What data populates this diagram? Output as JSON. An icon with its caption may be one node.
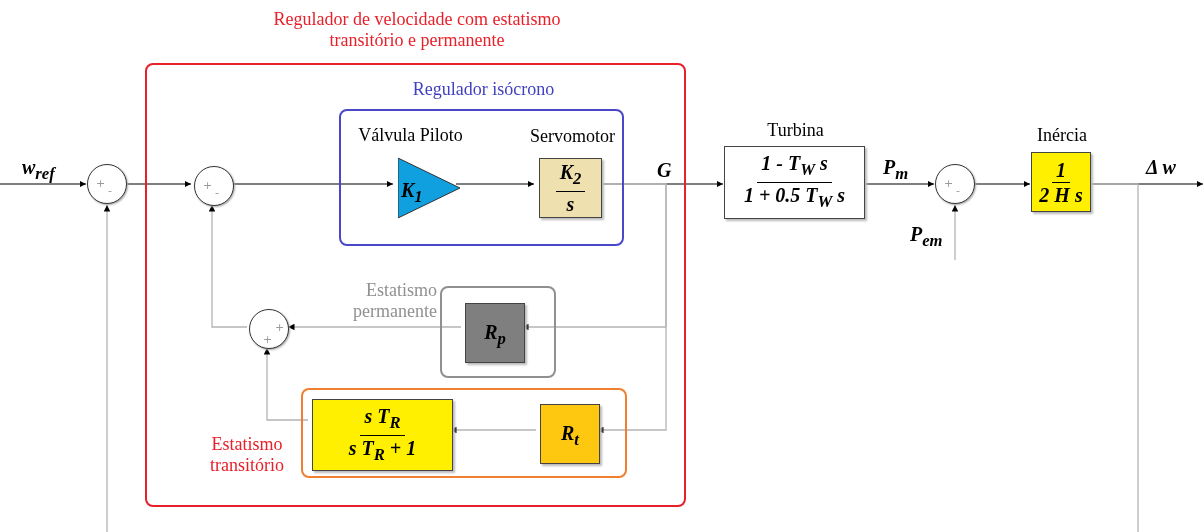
{
  "diagram": {
    "nodes": [
      {
        "text": [
          "Regulador de velocidade com estatismo transitório e permanente"
        ]
      },
      {
        "text": [
          "+",
          "-"
        ]
      },
      {
        "text": [
          "+",
          "-"
        ],
        "in": 0
      },
      {
        "text": [
          "Regulador isócrono"
        ],
        "in": 0
      },
      {
        "text": [
          "Válvula Piloto",
          "K$_{1}$"
        ],
        "in": 3
      },
      {
        "text": [
          "Servomotor",
          "K$_{2}$",
          "s"
        ],
        "in": 3
      },
      {
        "text": [
          "Estatismo permanente"
        ],
        "in": 0
      },
      {
        "text": [
          "R$_{p}$"
        ],
        "in": 6
      },
      {
        "text": [
          "+",
          "+"
        ],
        "in": 0
      },
      {
        "text": [
          "Estatismo transitório"
        ],
        "in": 0
      },
      {
        "text": [
          "s T$_{R}$",
          "s T$_{R}$ + 1"
        ],
        "in": 9
      },
      {
        "text": [
          "R$_{t}$"
        ],
        "in": 9
      },
      {
        "text": [
          "Turbina",
          "1 - T$_{W}$ s",
          "1 + 0.5 T$_{W}$ s"
        ]
      },
      {
        "text": [
          "+",
          "-"
        ]
      },
      {
        "text": [
          "Inércia",
          "1",
          "2 H s"
        ]
      }
    ],
    "edges": [
      {
        "from": null,
        "to": 1,
        "arrow": "to",
        "label": "w$_{ref}$",
        "color": "#555555"
      },
      {
        "from": 1,
        "to": 2,
        "arrow": "to",
        "color": "#555555"
      },
      {
        "from": 2,
        "to": 4,
        "arrow": "to",
        "color": "#555555"
      },
      {
        "from": 4,
        "to": 5,
        "arrow": "to",
        "color": "#555555"
      },
      {
        "from": 5,
        "to": 12,
        "arrow": "to",
        "label": "G",
        "color": "#555555"
      },
      {
        "from": 5,
        "to": 7,
        "arrow": "to"
      },
      {
        "from": 5,
        "to": 11,
        "arrow": "to"
      },
      {
        "from": 11,
        "to": 10,
        "arrow": "to"
      },
      {
        "from": 10,
        "to": 8,
        "arrow": "to"
      },
      {
        "from": 7,
        "to": 8,
        "arrow": "to"
      },
      {
        "from": 8,
        "to": 2,
        "arrow": "to"
      },
      {
        "from": 12,
        "to": 13,
        "arrow": "to",
        "label": "P$_{m}$",
        "color": "#555555"
      },
      {
        "from": null,
        "to": 13,
        "arrow": "to",
        "label": "P$_{em}$"
      },
      {
        "from": 13,
        "to": 14,
        "arrow": "to",
        "color": "#555555"
      },
      {
        "from": 14,
        "to": null,
        "arrow": "to",
        "label": "Δ w",
        "color": "#555555"
      },
      {
        "from": 14,
        "to": null,
        "arrow": "none"
      },
      {
        "from": null,
        "to": 1,
        "arrow": "to"
      }
    ]
  }
}
